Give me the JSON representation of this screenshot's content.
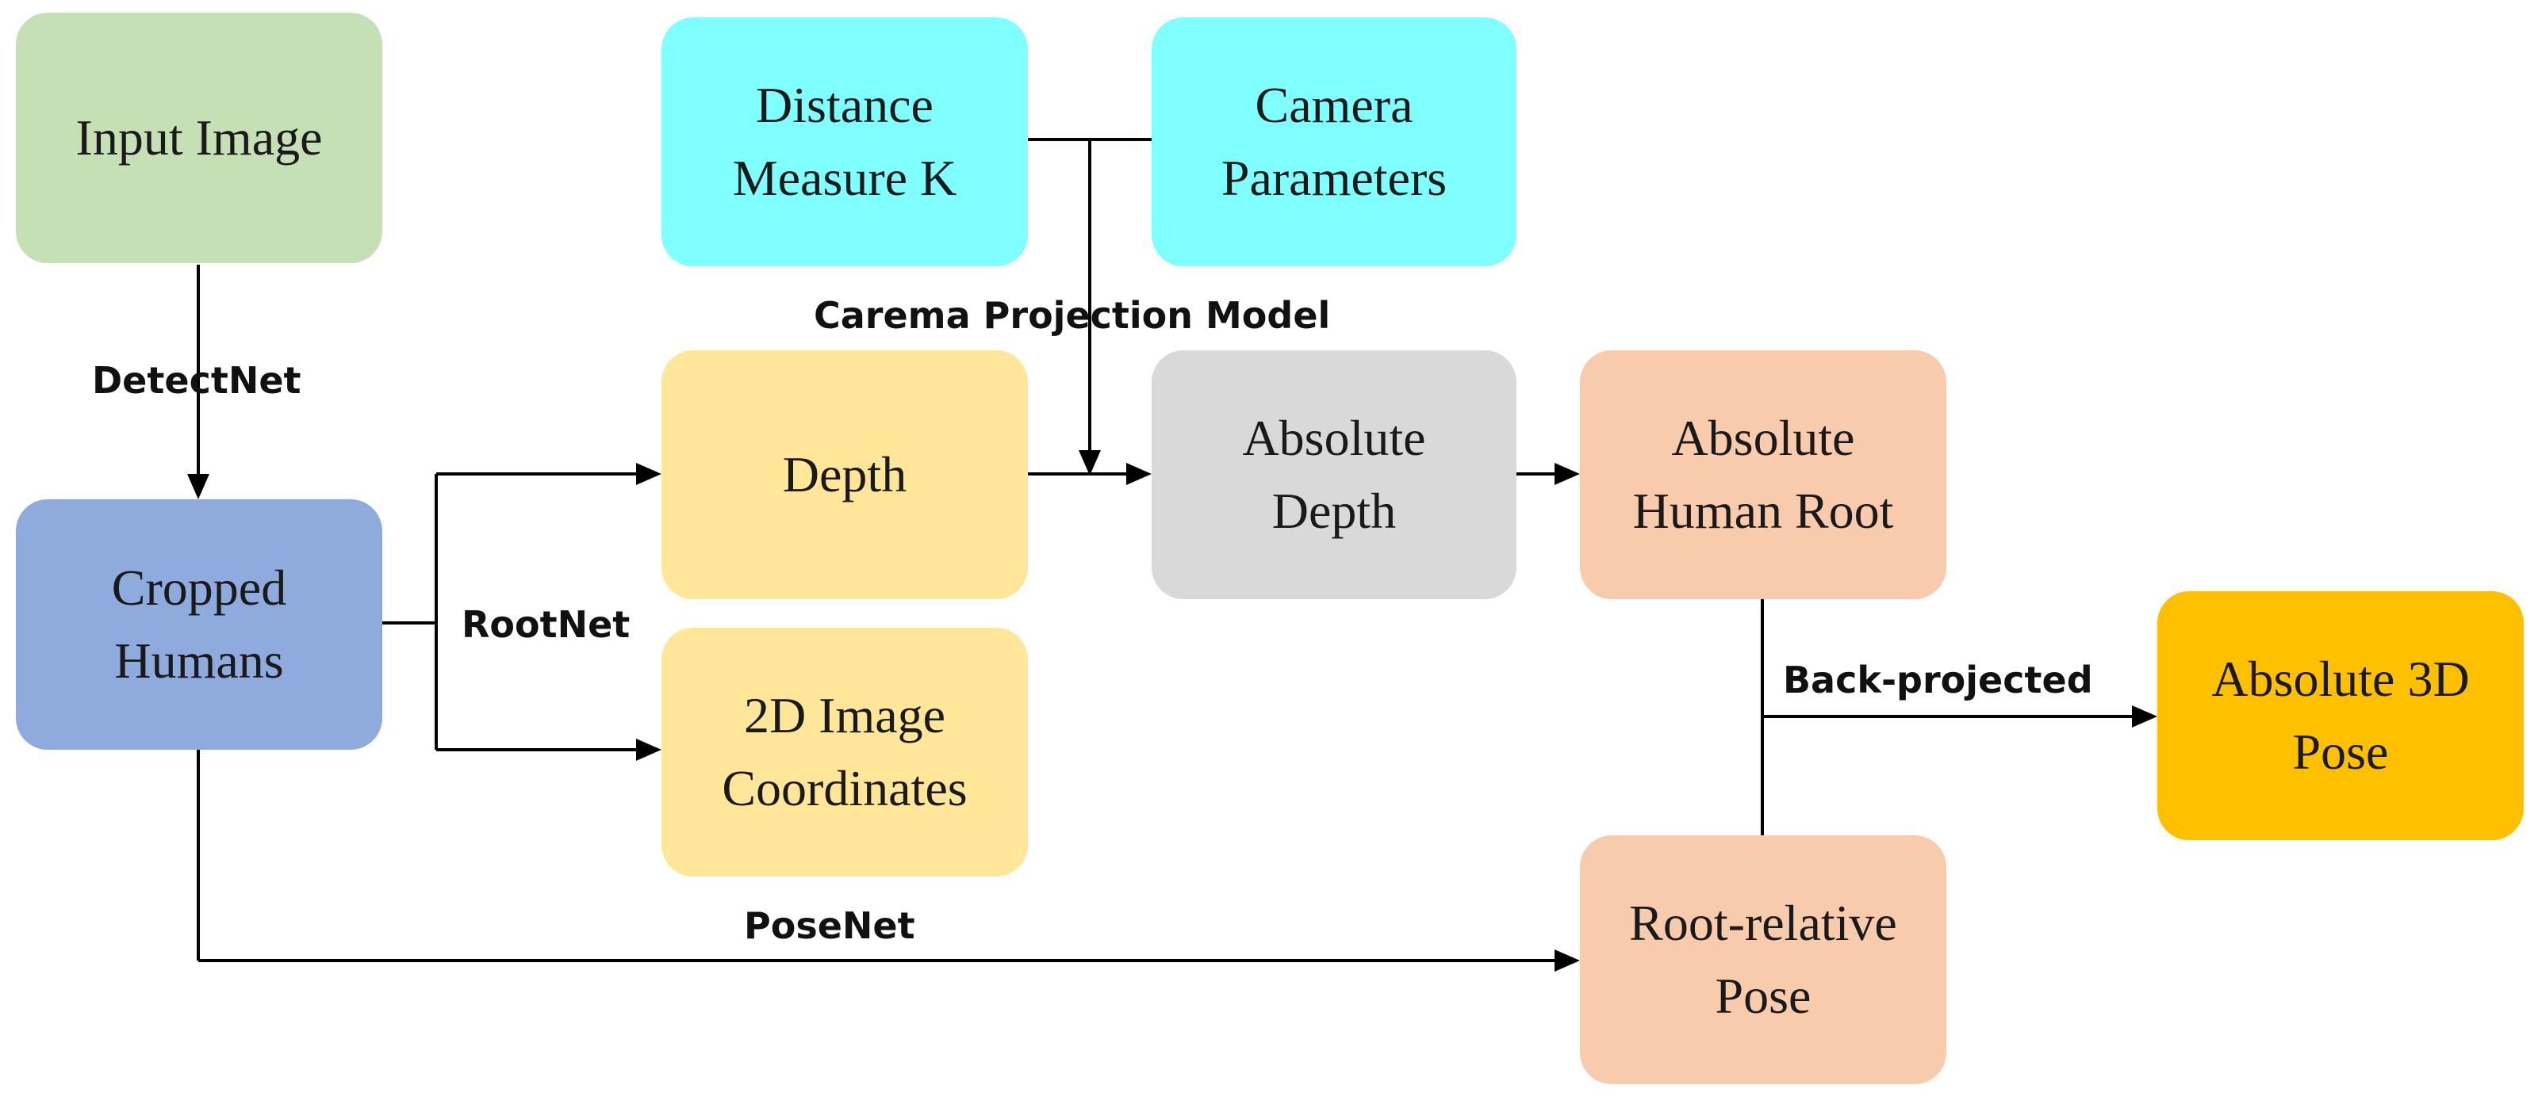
{
  "diagram": {
    "nodes": {
      "input_image": {
        "lines": [
          "Input Image"
        ],
        "color": "#c5e0b4"
      },
      "cropped_humans": {
        "lines": [
          "Cropped",
          "Humans"
        ],
        "color": "#8faadc"
      },
      "distance_measure": {
        "lines": [
          "Distance",
          "Measure K"
        ],
        "color": "#7fffff"
      },
      "camera_parameters": {
        "lines": [
          "Camera",
          "Parameters"
        ],
        "color": "#7fffff"
      },
      "depth": {
        "lines": [
          "Depth"
        ],
        "color": "#ffe699"
      },
      "image_coordinates": {
        "lines": [
          "2D Image",
          "Coordinates"
        ],
        "color": "#ffe699"
      },
      "absolute_depth": {
        "lines": [
          "Absolute",
          "Depth"
        ],
        "color": "#d9d9d9"
      },
      "absolute_human_root": {
        "lines": [
          "Absolute",
          "Human Root"
        ],
        "color": "#f8cbad"
      },
      "root_relative_pose": {
        "lines": [
          "Root-relative",
          "Pose"
        ],
        "color": "#f8cbad"
      },
      "absolute_3d_pose": {
        "lines": [
          "Absolute 3D",
          "Pose"
        ],
        "color": "#ffc000"
      }
    },
    "edge_labels": {
      "detectnet": "DetectNet",
      "rootnet": "RootNet",
      "projection_model": "Carema Projection Model",
      "posenet": "PoseNet",
      "back_projected": "Back-projected"
    },
    "line_color": "#000000"
  }
}
